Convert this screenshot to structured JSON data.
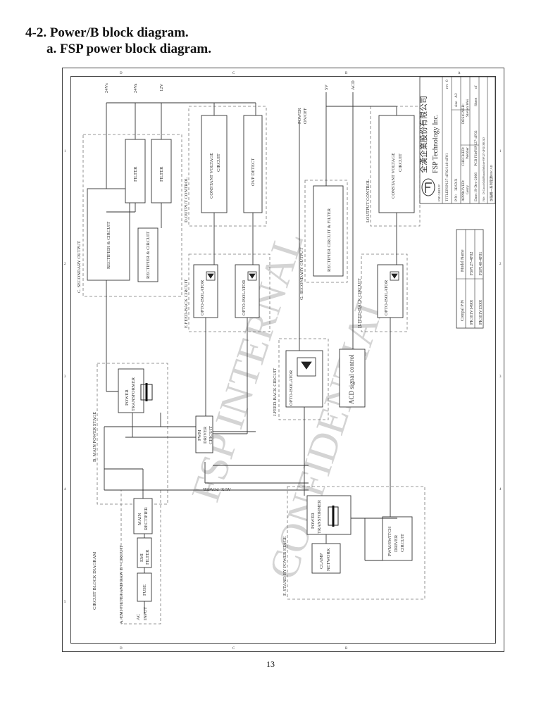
{
  "page": {
    "heading_main": "4-2. Power/B block diagram.",
    "heading_sub": "a. FSP power block diagram.",
    "page_number": "13"
  },
  "diagram": {
    "title": "CIRCUIT BLOCK DIAGRAM",
    "watermark_1": "FSP INTERNAL",
    "watermark_2": "CONFIDENTIAL",
    "border_letters": [
      "D",
      "C",
      "B",
      "A"
    ],
    "border_numbers": [
      "1",
      "2",
      "3",
      "4",
      "5"
    ],
    "sections": {
      "a": "A. EMI FILTER AND RAW B+ CIRCUIT",
      "b": "B. MAIN POWER STAGE",
      "c": "C. SECONDARY OUTPUT",
      "d": "D.OUTPUT CONTROL",
      "e": "E.FEED-BACK CIRCUIT",
      "f": "F. STAND BY POWER STAGE",
      "g": "G. SECONDARY OUTPUT",
      "h": "H.FEED-BACK CIRCUIT",
      "i": "I.OUTPUT CONTROL",
      "j": "J.FEED-BACK CIRCUIT"
    },
    "blocks": {
      "ac_input_1": "AC",
      "ac_input_2": "INPUT",
      "fuse": "FUSE",
      "emi_1": "EMI",
      "emi_2": "FILTER",
      "main_rect_1": "MAIN",
      "main_rect_2": "RECTIFIER",
      "power_tx_1": "POWER",
      "power_tx_2": "TRANSFORMER",
      "pwm_driver_1": "PWM",
      "pwm_driver_2": "DRIVER",
      "pwm_driver_3": "CIRCUIT",
      "rect_circuit_1": "RECTIFIER & CIRCUIT",
      "rect_circuit_2": "RECTIFIER & CIRCUIT",
      "filter_1": "FILTER",
      "filter_2": "FILTER",
      "cv_circuit_1a": "CONSTANT VOLTAGE",
      "cv_circuit_1b": "CIRCUIT",
      "ovp_detect": "OVP DETECT",
      "opto_1": "OPTO-ISOLATOR",
      "opto_2": "OPTO-ISOLATOR",
      "opto_3": "OPTO-ISOLATOR",
      "opto_4": "OPTO-ISOLATOR",
      "rect_filter": "RECTIFIER CIRCUIT & FILTER",
      "cv_circuit_2a": "CONSTANT VOLTAGE",
      "cv_circuit_2b": "CIRCUIT",
      "acd_signal": "ACD signal control",
      "sb_tx_1": "POWER",
      "sb_tx_2": "TRANSFORMER",
      "clamp_1": "CLAMP",
      "clamp_2": "NETWORK",
      "pwm_switch_1": "PWM/SWITCH",
      "pwm_switch_2": "DRIVER",
      "pwm_switch_3": "CIRCUIT"
    },
    "signals": {
      "out_24vs": "24Vs",
      "out_24va": "24Va",
      "out_12v": "12V",
      "out_5v": "5V",
      "out_acd": "ACD",
      "power_on_1": "POWER",
      "power_on_2": "ON/OFF",
      "aux_power": "AUX. POWER"
    },
    "model_table": {
      "headers": [
        "Compal P/N",
        "Model Name"
      ],
      "rows": [
        [
          "PK101V1490I",
          "FSP127-4F02"
        ],
        [
          "PK101V1500I",
          "FSP140-4F01"
        ]
      ]
    },
    "title_block": {
      "company_cn": "全漢企業股份有限公司",
      "company_en": "FSP Technology Inc.",
      "fsp_group": "FSP GROUP",
      "title_label": "TITLE:",
      "title_value": "FSP127-4F02/140-4F01",
      "pn_label": "P/N:",
      "pn_value": "3BSXX",
      "size_label": "size",
      "size_value": "A2",
      "rev_label": "rev",
      "rev_value": "0",
      "approved_label": "APPROVED:",
      "approved_value": "Gerry",
      "checked_label": "CHECKED:",
      "checked_value": "Webber",
      "designer_label": "DESIGNER:",
      "designer_value": "Steven Wei",
      "date_label": "Date:",
      "date_value": "19-Dec-2006",
      "pcb_label": "PCB File:",
      "pcb_value": "FSP127-4F02",
      "sheet_label": "Sheet",
      "sheet_value": "of",
      "file_label": "File:",
      "file_value": "D:\\Circuit\\OdIdPfunctiOnMode-FSP127-4F02 ORCAD",
      "note": "加強機一系列電源ORCAD"
    }
  }
}
